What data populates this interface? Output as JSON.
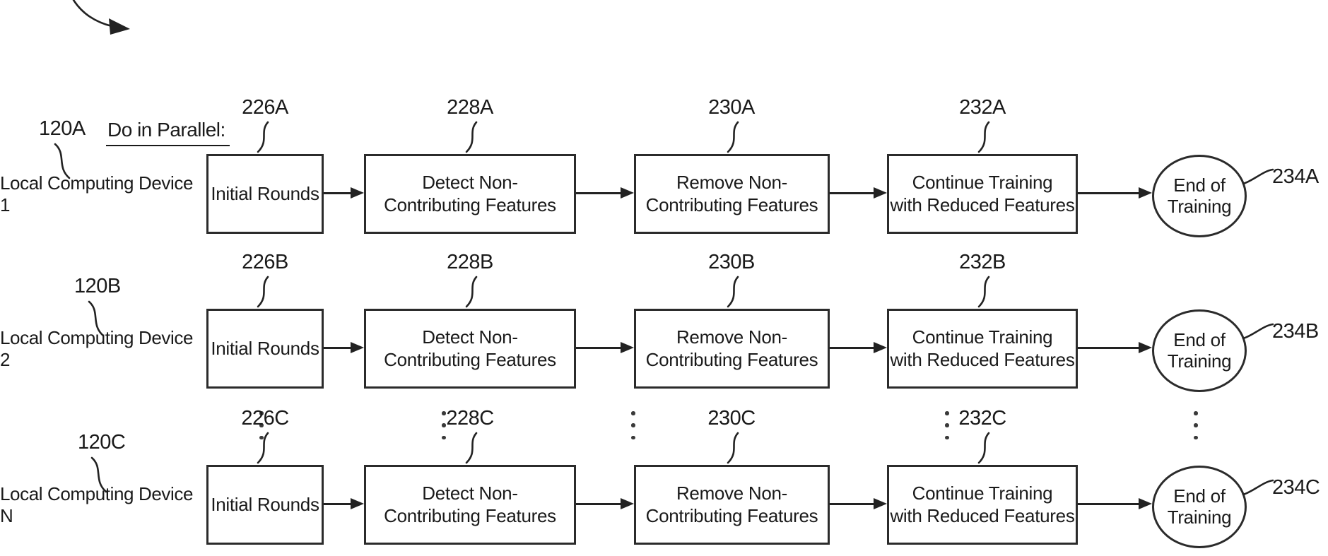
{
  "figure": {
    "parallel_label": "Do in Parallel:",
    "ellipsis_symbol": "⋮",
    "rows": [
      {
        "device_ref": "120A",
        "device_label": "Local Computing Device 1",
        "steps": [
          {
            "ref": "226A",
            "label": "Initial Rounds"
          },
          {
            "ref": "228A",
            "label": "Detect Non-\nContributing Features"
          },
          {
            "ref": "230A",
            "label": "Remove Non-\nContributing Features"
          },
          {
            "ref": "232A",
            "label": "Continue Training\nwith Reduced Features"
          }
        ],
        "end": {
          "ref": "234A",
          "label": "End of\nTraining"
        }
      },
      {
        "device_ref": "120B",
        "device_label": "Local Computing Device 2",
        "steps": [
          {
            "ref": "226B",
            "label": "Initial Rounds"
          },
          {
            "ref": "228B",
            "label": "Detect Non-\nContributing Features"
          },
          {
            "ref": "230B",
            "label": "Remove Non-\nContributing Features"
          },
          {
            "ref": "232B",
            "label": "Continue Training\nwith Reduced Features"
          }
        ],
        "end": {
          "ref": "234B",
          "label": "End of\nTraining"
        }
      },
      {
        "device_ref": "120C",
        "device_label": "Local Computing Device N",
        "steps": [
          {
            "ref": "226C",
            "label": "Initial Rounds"
          },
          {
            "ref": "228C",
            "label": "Detect Non-\nContributing Features"
          },
          {
            "ref": "230C",
            "label": "Remove Non-\nContributing Features"
          },
          {
            "ref": "232C",
            "label": "Continue Training\nwith Reduced Features"
          }
        ],
        "end": {
          "ref": "234C",
          "label": "End of\nTraining"
        }
      }
    ]
  }
}
